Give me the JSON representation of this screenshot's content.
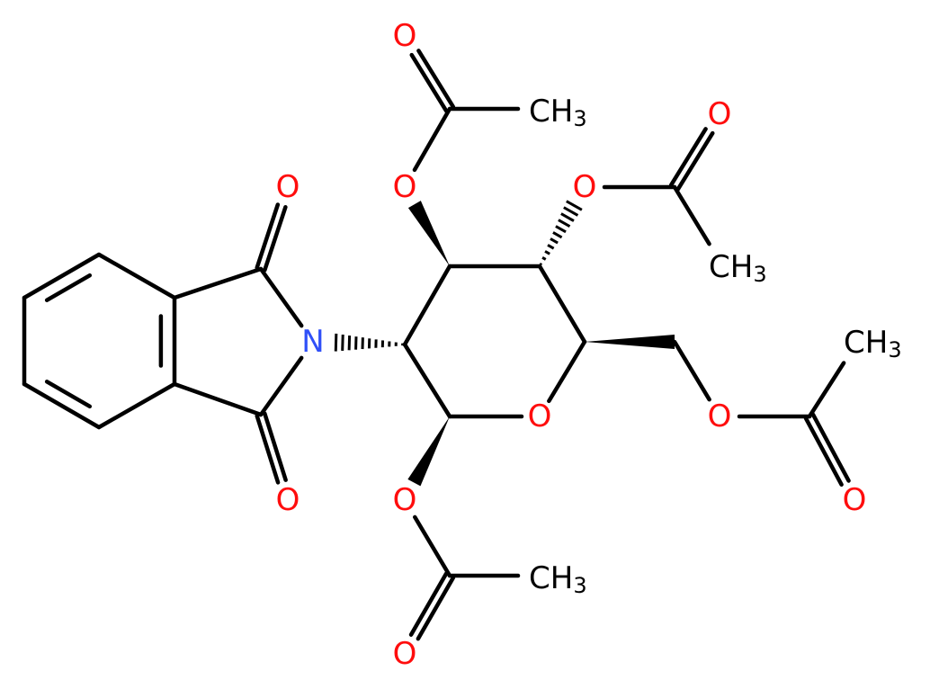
{
  "molecule": {
    "atom_labels": {
      "O": "O",
      "N": "N",
      "CH": "CH",
      "sub3": "3"
    },
    "colors": {
      "bond": "#000000",
      "oxygen": "#ff0d0d",
      "nitrogen": "#3050f8",
      "carbon": "#000000"
    }
  }
}
